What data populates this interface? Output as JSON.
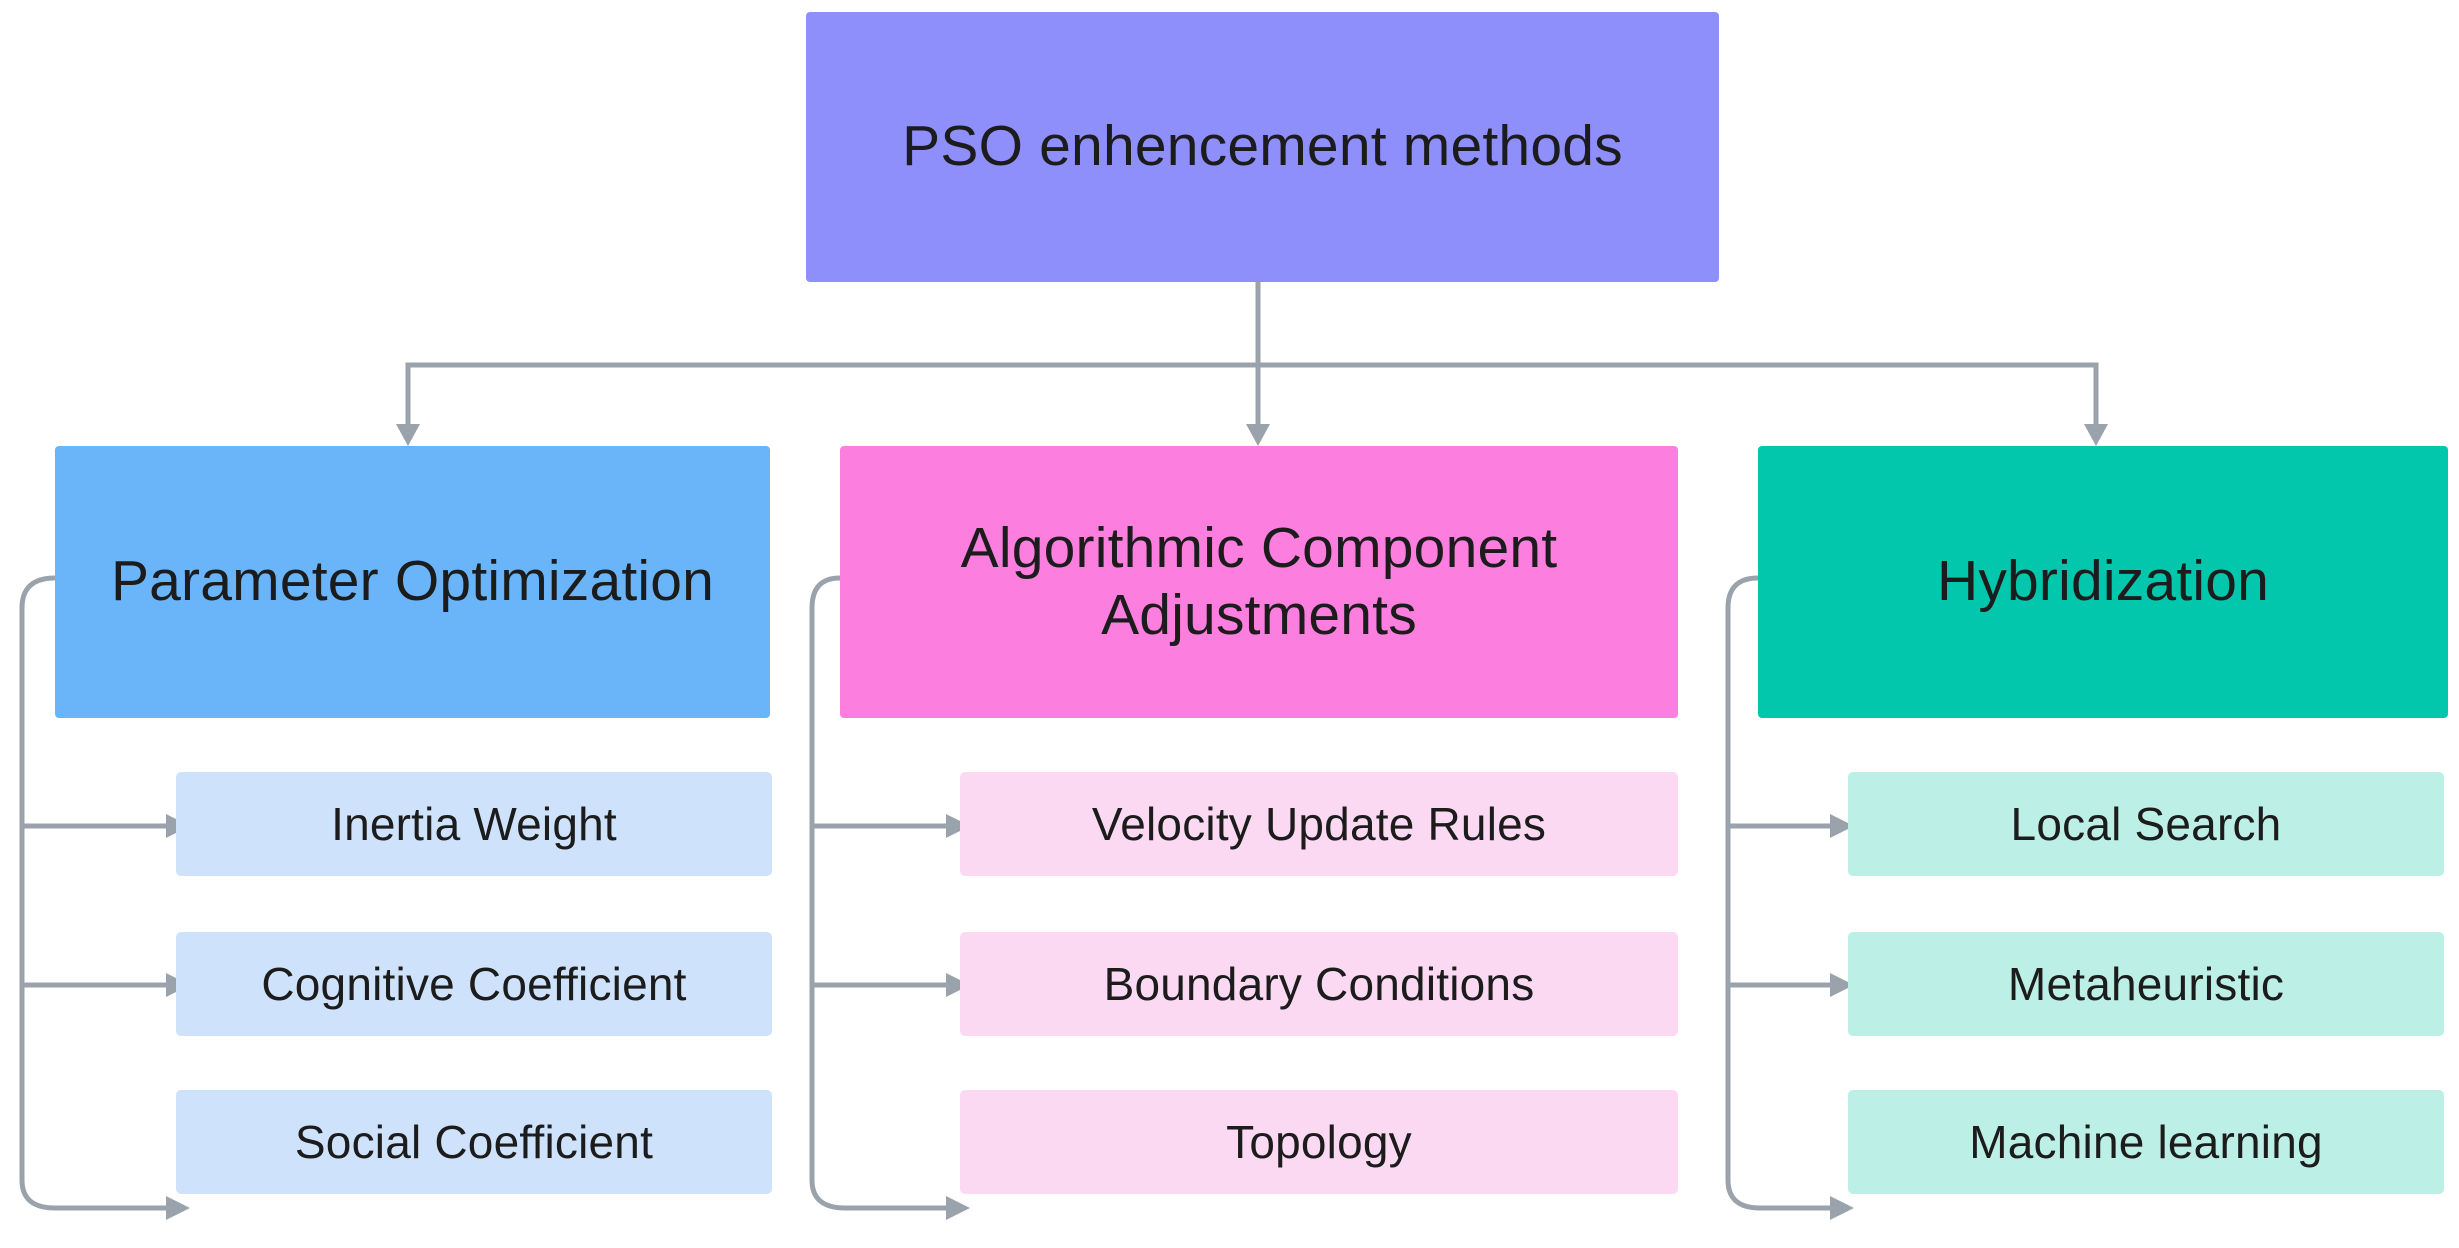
{
  "diagram": {
    "title": "PSO enhencement methods",
    "type": "hierarchy-tree",
    "root": {
      "label": "PSO enhencement methods",
      "color": "#8f8ffc"
    },
    "branches": [
      {
        "label": "Parameter Optimization",
        "color": "#6ab4fa",
        "leaf_color": "#cfe2fb",
        "children": [
          {
            "label": "Inertia Weight"
          },
          {
            "label": "Cognitive Coefficient"
          },
          {
            "label": "Social Coefficient"
          }
        ]
      },
      {
        "label": "Algorithmic Component Adjustments",
        "color": "#fc7fe0",
        "leaf_color": "#fbd9f2",
        "children": [
          {
            "label": "Velocity Update Rules"
          },
          {
            "label": "Boundary Conditions"
          },
          {
            "label": "Topology"
          }
        ]
      },
      {
        "label": "Hybridization",
        "color": "#02c7ad",
        "leaf_color": "#bcf0e6",
        "children": [
          {
            "label": "Local Search"
          },
          {
            "label": "Metaheuristic"
          },
          {
            "label": "Machine learning"
          }
        ]
      }
    ],
    "connector_color": "#9aa3ab"
  }
}
